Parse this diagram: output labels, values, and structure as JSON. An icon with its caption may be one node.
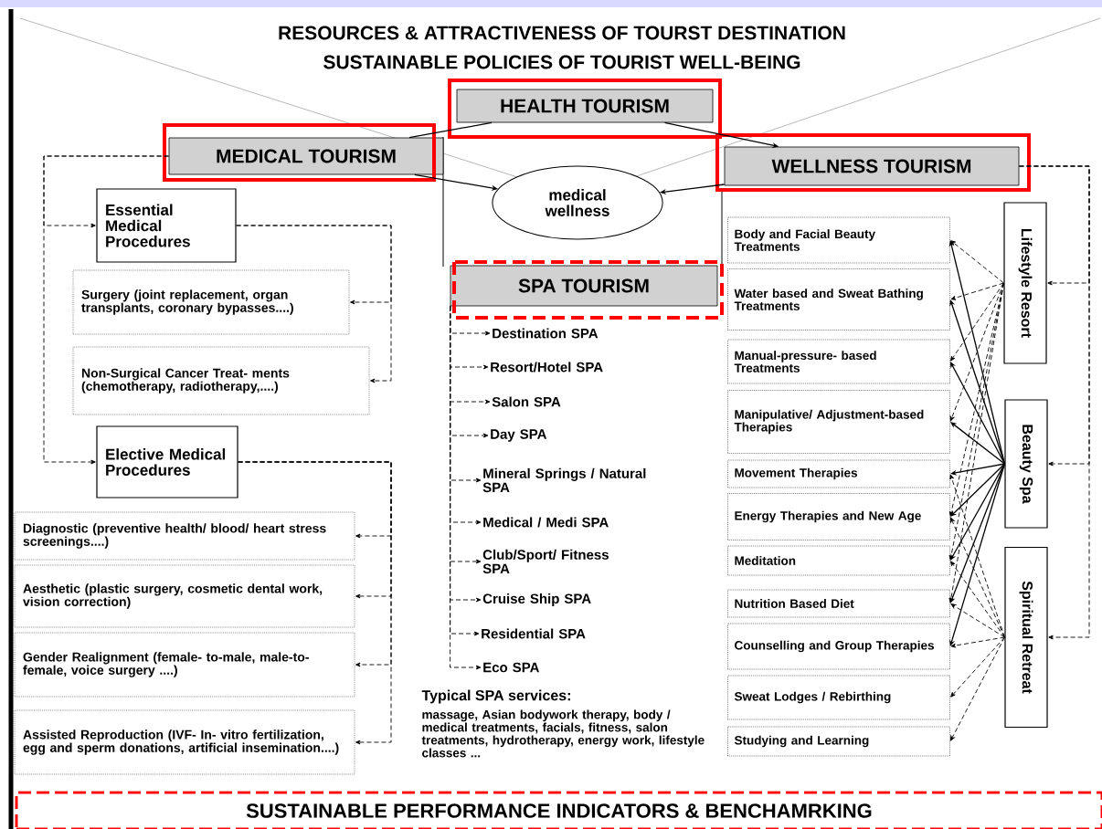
{
  "diagram": {
    "title": "RESOURCES & ATTRACTIVENESS OF TOURST DESTINATION",
    "nodes": [
      {
        "text": [
          "HEALTH TOURISM"
        ]
      },
      {
        "text": [
          "MEDICAL TOURISM"
        ]
      },
      {
        "text": [
          "WELLNESS TOURISM"
        ]
      },
      {
        "text": [
          "medical wellness"
        ]
      },
      {
        "text": [
          "SPA TOURISM"
        ]
      },
      {
        "text": [
          "Essential Medical Procedures"
        ]
      },
      {
        "text": [
          "Surgery (joint replacement, organ transplants, coronary bypasses....)"
        ]
      },
      {
        "text": [
          "Non-Surgical Cancer Treat- ments (chemotherapy, radiotherapy,....)"
        ]
      },
      {
        "text": [
          "Elective Medical Procedures"
        ]
      },
      {
        "text": [
          "Diagnostic (preventive health/ blood/ heart stress screenings....)"
        ]
      },
      {
        "text": [
          "Aesthetic (plastic surgery, cosmetic dental work, vision correction)"
        ]
      },
      {
        "text": [
          "Gender Realignment (female- to-male, male-to-female, voice surgery ....)"
        ]
      },
      {
        "text": [
          "Assisted Reproduction (IVF- In- vitro fertilization, egg and sperm donations, artificial insemination....)"
        ]
      },
      {
        "text": [
          "Destination SPA"
        ]
      },
      {
        "text": [
          "Resort/Hotel SPA"
        ]
      },
      {
        "text": [
          "Salon SPA"
        ]
      },
      {
        "text": [
          "Day SPA"
        ]
      },
      {
        "text": [
          "Mineral Springs / Natural SPA"
        ]
      },
      {
        "text": [
          "Medical / Medi SPA"
        ]
      },
      {
        "text": [
          "Club/Sport/ Fitness SPA"
        ]
      },
      {
        "text": [
          "Cruise Ship SPA"
        ]
      },
      {
        "text": [
          "Residential SPA"
        ]
      },
      {
        "text": [
          "Eco SPA"
        ]
      },
      {
        "text": [
          "Body and Facial Beauty Treatments"
        ]
      },
      {
        "text": [
          "Water based and Sweat Bathing Treatments"
        ]
      },
      {
        "text": [
          "Manual-pressure- based Treatments"
        ]
      },
      {
        "text": [
          "Manipulative/ Adjustment-based Therapies"
        ]
      },
      {
        "text": [
          "Movement Therapies"
        ]
      },
      {
        "text": [
          "Energy Therapies and New Age"
        ]
      },
      {
        "text": [
          "Meditation"
        ]
      },
      {
        "text": [
          "Nutrition Based Diet"
        ]
      },
      {
        "text": [
          "Counselling and Group Therapies"
        ]
      },
      {
        "text": [
          "Sweat Lodges / Rebirthing"
        ]
      },
      {
        "text": [
          "Studying and Learning"
        ]
      },
      {
        "text": [
          "Lifestyle Resort"
        ]
      },
      {
        "text": [
          "Beauty Spa"
        ]
      },
      {
        "text": [
          "Spiritual Retreat"
        ]
      },
      {
        "text": [
          "SUSTAINABLE PERFORMANCE INDICATORS & BENCHAMRKING"
        ]
      }
    ],
    "edges": [
      {
        "from": 0,
        "to": 1,
        "arrow": "none"
      },
      {
        "from": 0,
        "to": 2,
        "arrow": "to"
      },
      {
        "from": 1,
        "to": 3,
        "arrow": "to"
      },
      {
        "from": 2,
        "to": 3,
        "arrow": "to"
      },
      {
        "from": 1,
        "to": 5,
        "arrow": "to",
        "style": "dashed"
      },
      {
        "from": 1,
        "to": 8,
        "arrow": "to",
        "style": "dashed"
      },
      {
        "from": 5,
        "to": 6,
        "arrow": "to",
        "style": "dashed"
      },
      {
        "from": 5,
        "to": 7,
        "arrow": "to",
        "style": "dashed"
      },
      {
        "from": 8,
        "to": 9,
        "arrow": "to",
        "style": "dashed"
      },
      {
        "from": 8,
        "to": 10,
        "arrow": "to",
        "style": "dashed"
      },
      {
        "from": 8,
        "to": 11,
        "arrow": "to",
        "style": "dashed"
      },
      {
        "from": 8,
        "to": 12,
        "arrow": "to",
        "style": "dashed"
      },
      {
        "from": 4,
        "to": 13,
        "arrow": "to",
        "style": "dashed"
      },
      {
        "from": 4,
        "to": 14,
        "arrow": "to",
        "style": "dashed"
      },
      {
        "from": 4,
        "to": 15,
        "arrow": "to",
        "style": "dashed"
      },
      {
        "from": 4,
        "to": 16,
        "arrow": "to",
        "style": "dashed"
      },
      {
        "from": 4,
        "to": 17,
        "arrow": "to",
        "style": "dashed"
      },
      {
        "from": 4,
        "to": 18,
        "arrow": "to",
        "style": "dashed"
      },
      {
        "from": 4,
        "to": 19,
        "arrow": "to",
        "style": "dashed"
      },
      {
        "from": 4,
        "to": 20,
        "arrow": "to",
        "style": "dashed"
      },
      {
        "from": 4,
        "to": 21,
        "arrow": "to",
        "style": "dashed"
      },
      {
        "from": 4,
        "to": 22,
        "arrow": "to",
        "style": "dashed"
      },
      {
        "from": 2,
        "to": 34,
        "arrow": "to",
        "style": "dashed"
      },
      {
        "from": 2,
        "to": 35,
        "arrow": "to",
        "style": "dashed"
      },
      {
        "from": 2,
        "to": 36,
        "arrow": "to",
        "style": "dashed"
      },
      {
        "from": 34,
        "to": 23,
        "arrow": "to",
        "style": "dashed"
      },
      {
        "from": 34,
        "to": 24,
        "arrow": "to",
        "style": "dashed"
      },
      {
        "from": 34,
        "to": 25,
        "arrow": "to",
        "style": "dashed"
      },
      {
        "from": 34,
        "to": 26,
        "arrow": "to",
        "style": "dashed"
      },
      {
        "from": 34,
        "to": 28,
        "arrow": "to",
        "style": "dashed"
      },
      {
        "from": 34,
        "to": 29,
        "arrow": "to",
        "style": "dashed"
      },
      {
        "from": 34,
        "to": 30,
        "arrow": "to",
        "style": "dashed"
      },
      {
        "from": 35,
        "to": 23,
        "arrow": "to"
      },
      {
        "from": 35,
        "to": 24,
        "arrow": "to"
      },
      {
        "from": 35,
        "to": 25,
        "arrow": "to"
      },
      {
        "from": 35,
        "to": 26,
        "arrow": "to"
      },
      {
        "from": 35,
        "to": 27,
        "arrow": "to"
      },
      {
        "from": 35,
        "to": 28,
        "arrow": "to"
      },
      {
        "from": 35,
        "to": 29,
        "arrow": "to"
      },
      {
        "from": 35,
        "to": 30,
        "arrow": "to"
      },
      {
        "from": 35,
        "to": 31,
        "arrow": "to"
      },
      {
        "from": 36,
        "to": 27,
        "arrow": "to",
        "style": "dashed"
      },
      {
        "from": 36,
        "to": 28,
        "arrow": "to",
        "style": "dashed"
      },
      {
        "from": 36,
        "to": 29,
        "arrow": "to",
        "style": "dashed"
      },
      {
        "from": 36,
        "to": 30,
        "arrow": "to",
        "style": "dashed"
      },
      {
        "from": 36,
        "to": 31,
        "arrow": "to",
        "style": "dashed"
      },
      {
        "from": 36,
        "to": 32,
        "arrow": "to",
        "style": "dashed"
      },
      {
        "from": 36,
        "to": 33,
        "arrow": "to",
        "style": "dashed"
      }
    ],
    "labels": [
      "SUSTAINABLE POLICIES OF TOURIST WELL-BEING",
      "Typical SPA services:",
      "massage, Asian bodywork therapy, body / medical treatments, facials, fitness, salon treatments, hydrotherapy, energy work, lifestyle classes ..."
    ]
  }
}
